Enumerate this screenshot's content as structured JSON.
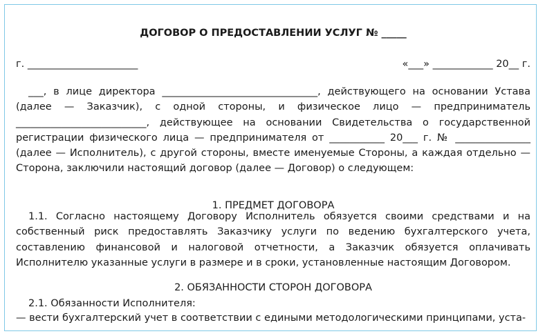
{
  "document": {
    "title": "ДОГОВОР О ПРЕДОСТАВЛЕНИИ УСЛУГ № _____",
    "place": "г. ______________________",
    "date": "«___» ____________ 20__ г.",
    "intro": "___, в лице директора _______________________________, действующего на основании Устава (далее — Заказчик), с одной стороны, и физическое лицо — предприниматель __________________________, действующее на основании Свидетельства о государственной регистрации физического лица — предпринимателя от ___________ 20___ г. № _______________ (далее — Исполнитель), с другой стороны, вместе именуемые Стороны, а каждая отдельно — Сторона, заключили настоящий договор (далее — Договор) о следующем:",
    "section1_title": "1. ПРЕДМЕТ ДОГОВОРА",
    "clause_1_1": "1.1. Согласно настоящему Договору Исполнитель обязуется своими средствами и на собственный риск предоставлять Заказчику услуги по ведению бухгалтерского учета, составлению финансовой и налоговой отчетности, а Заказчик обязуется оплачивать Исполнителю указанные услуги в размере и в сроки, установленные настоящим Договором.",
    "section2_title": "2. ОБЯЗАННОСТИ СТОРОН ДОГОВОРА",
    "clause_2_1": "2.1. Обязанности Исполнителя:",
    "clause_2_1_dash": "— вести бухгалтерский учет в соответствии с едиными методологическими принципами, уста-"
  },
  "colors": {
    "frame_border": "#7fc8e6",
    "text": "#1a1a1a"
  }
}
